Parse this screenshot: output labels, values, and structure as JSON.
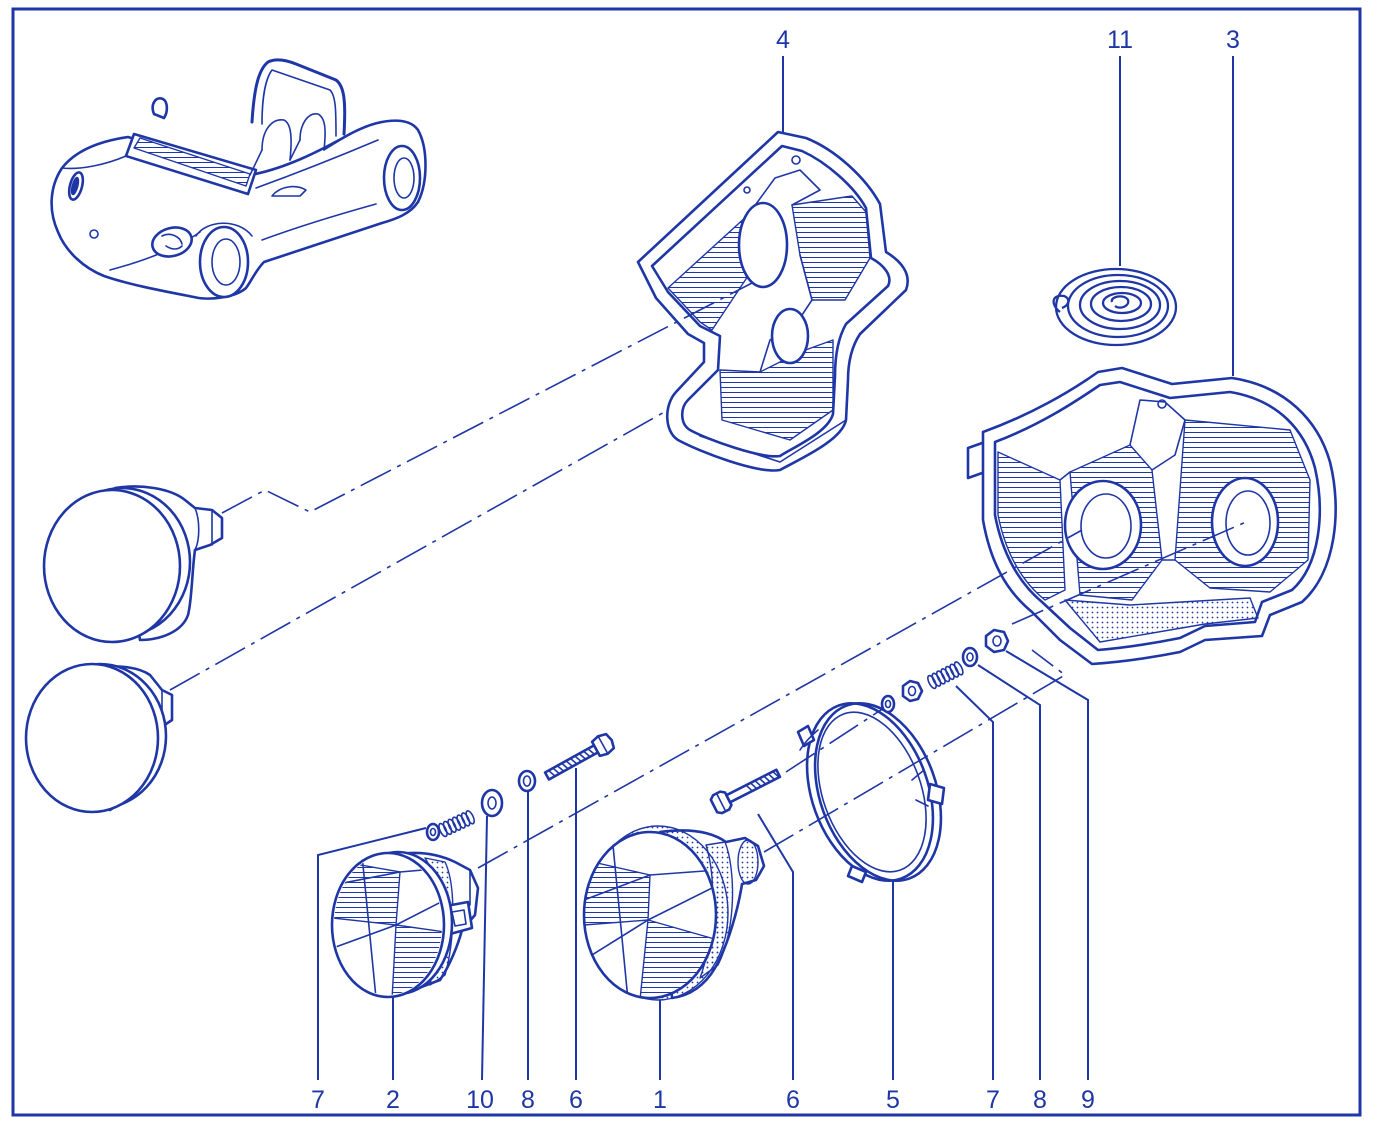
{
  "callouts_top": [
    "4",
    "11",
    "3"
  ],
  "callouts_bottom": [
    "7",
    "2",
    "10",
    "8",
    "6",
    "1",
    "6",
    "5",
    "7",
    "8",
    "9"
  ],
  "colors": {
    "ink": "#1f37a6",
    "paper": "#ffffff"
  }
}
